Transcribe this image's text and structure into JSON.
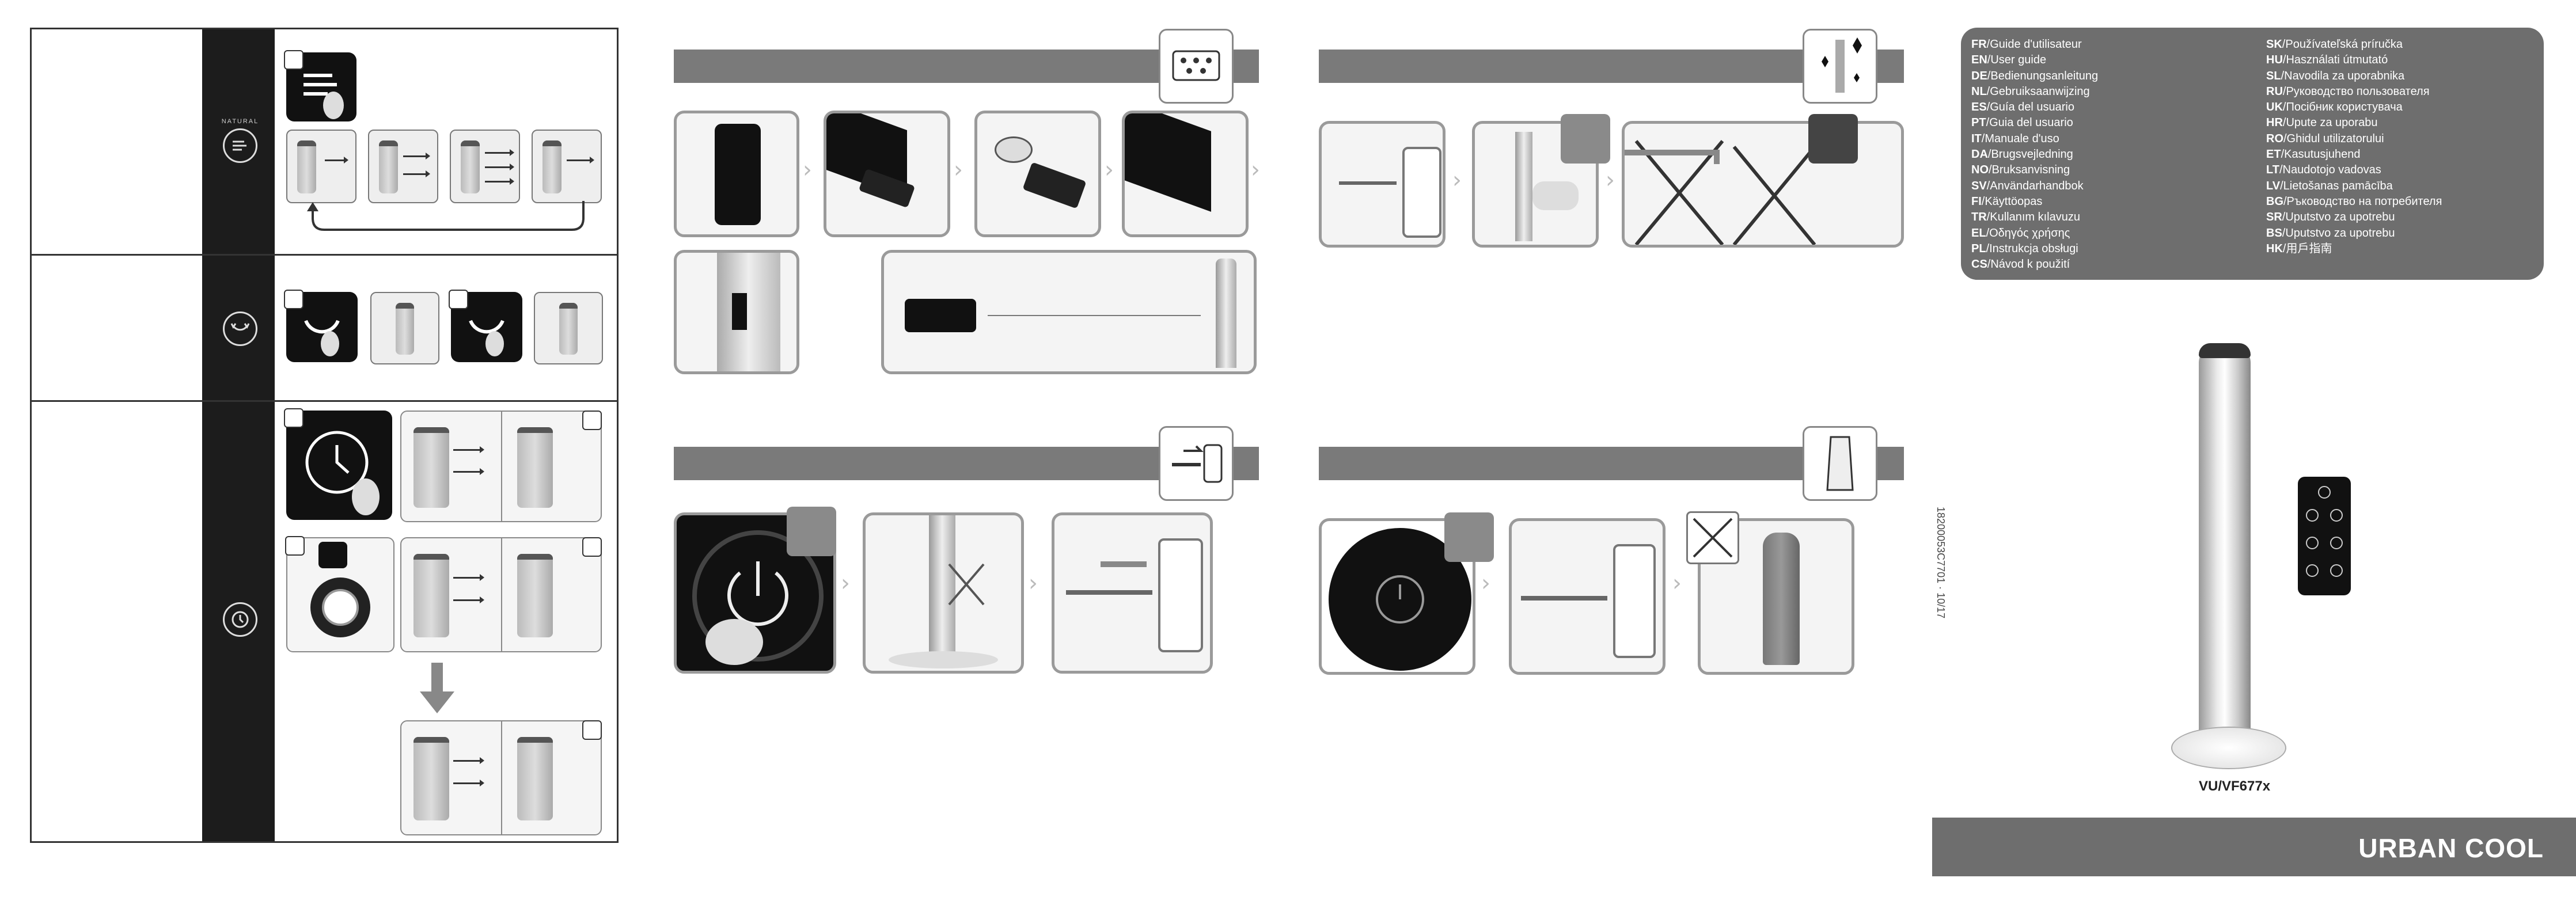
{
  "left_panel": {
    "modes": [
      {
        "name": "natural",
        "label": "NATURAL",
        "icon": "natural-wind-icon"
      },
      {
        "name": "oscillation",
        "label": "",
        "icon": "oscillation-icon"
      },
      {
        "name": "timer",
        "label": "",
        "icon": "timer-icon"
      }
    ]
  },
  "sections": {
    "remote": {
      "tag_icon": "remote-control-icon"
    },
    "cleaning": {
      "tag_icon": "sparkle-clean-icon"
    },
    "power_off": {
      "tag_icon": "plug-unplug-icon"
    },
    "storage": {
      "tag_icon": "cover-bag-icon"
    }
  },
  "languages_left": [
    {
      "code": "FR",
      "text": "/Guide d'utilisateur"
    },
    {
      "code": "EN",
      "text": "/User guide"
    },
    {
      "code": "DE",
      "text": "/Bedienungsanleitung"
    },
    {
      "code": "NL",
      "text": "/Gebruiksaanwijzing"
    },
    {
      "code": "ES",
      "text": "/Guía del usuario"
    },
    {
      "code": "PT",
      "text": "/Guia del usuario"
    },
    {
      "code": "IT",
      "text": "/Manuale d'uso"
    },
    {
      "code": "DA",
      "text": "/Brugsvejledning"
    },
    {
      "code": "NO",
      "text": "/Bruksanvisning"
    },
    {
      "code": "SV",
      "text": "/Användarhandbok"
    },
    {
      "code": "FI",
      "text": "/Käyttöopas"
    },
    {
      "code": "TR",
      "text": "/Kullanım kılavuzu"
    },
    {
      "code": "EL",
      "text": "/Οδηγός χρήσης"
    },
    {
      "code": "PL",
      "text": "/Instrukcja obsługi"
    },
    {
      "code": "CS",
      "text": "/Návod k použití"
    }
  ],
  "languages_right": [
    {
      "code": "SK",
      "text": "/Používateľská príručka"
    },
    {
      "code": "HU",
      "text": "/Használati útmutató"
    },
    {
      "code": "SL",
      "text": "/Navodila za uporabnika"
    },
    {
      "code": "RU",
      "text": "/Руководство пользователя"
    },
    {
      "code": "UK",
      "text": "/Посібник користувача"
    },
    {
      "code": "HR",
      "text": "/Upute za uporabu"
    },
    {
      "code": "RO",
      "text": "/Ghidul utilizatorului"
    },
    {
      "code": "ET",
      "text": "/Kasutusjuhend"
    },
    {
      "code": "LT",
      "text": "/Naudotojo vadovas"
    },
    {
      "code": "LV",
      "text": "/Lietošanas pamācība"
    },
    {
      "code": "BG",
      "text": "/Ръководство на потребителя"
    },
    {
      "code": "SR",
      "text": "/Uputstvo za upotrebu"
    },
    {
      "code": "BS",
      "text": "/Uputstvo za upotrebu"
    },
    {
      "code": "HK",
      "text": "/用戶指南"
    }
  ],
  "product_code": "18200053C7701 · 10/17",
  "model": "VU/VF677x",
  "brand": "URBAN COOL"
}
